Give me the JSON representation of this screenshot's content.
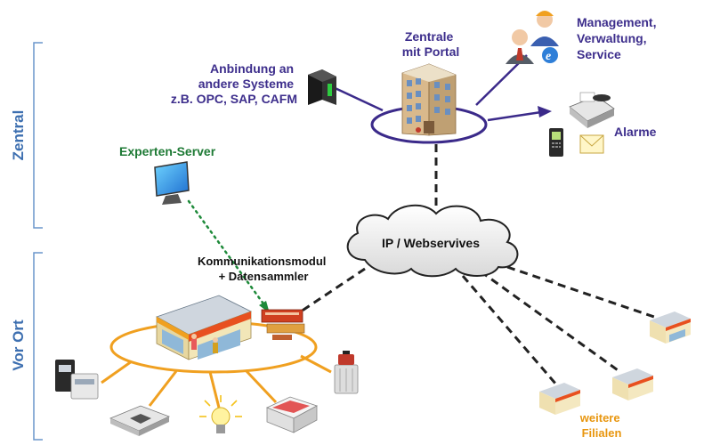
{
  "sections": {
    "central": "Zentral",
    "onsite": "Vor Ort"
  },
  "labels": {
    "zentrale": [
      "Zentrale",
      "mit Portal"
    ],
    "management": [
      "Management,",
      "Verwaltung,",
      "Service"
    ],
    "anbindung": [
      "Anbindung an",
      "andere Systeme",
      "z.B. OPC, SAP, CAFM"
    ],
    "alarme": "Alarme",
    "experten": "Experten-Server",
    "cloud": "IP / Webservives",
    "kommunikation": [
      "Kommunikationsmodul",
      "+ Datensammler"
    ],
    "filialen": [
      "weitere",
      "Filialen"
    ]
  },
  "colors": {
    "label_purple": "#3d2e8c",
    "label_green": "#1e7a35",
    "label_orange": "#e8960f",
    "section_blue": "#3d6fb0",
    "ring": "#3b2a8a",
    "spokes": "#f0a020"
  },
  "icons": [
    "server-tower-icon",
    "office-building-icon",
    "people-icon",
    "browser-icon",
    "fax-icon",
    "mobile-phone-icon",
    "email-icon",
    "monitor-icon",
    "store-icon",
    "module-icon",
    "meter-icon",
    "ac-unit-icon",
    "lightbulb-icon",
    "freezer-icon",
    "heater-icon"
  ]
}
